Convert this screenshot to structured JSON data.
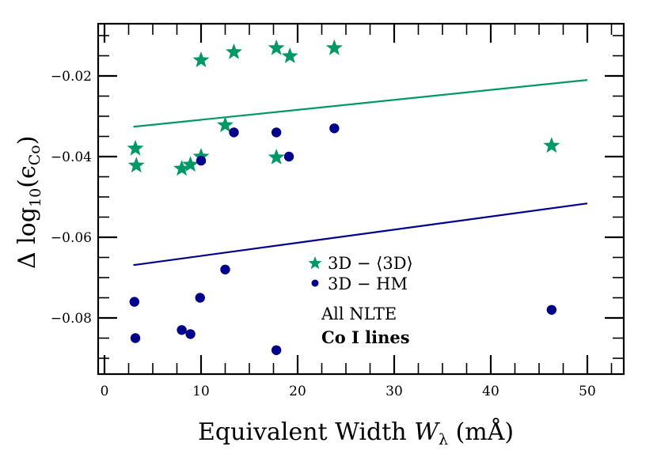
{
  "chart_data": {
    "type": "scatter",
    "title": "",
    "xlabel": "Equivalent Width W_λ (mÅ)",
    "ylabel": "Δ log10(ε_Co)",
    "xlim": [
      -0.6,
      53.8
    ],
    "ylim": [
      -0.0936,
      -0.0068
    ],
    "xticks": [
      0,
      10,
      20,
      30,
      40,
      50
    ],
    "yticks": [
      -0.02,
      -0.04,
      -0.06,
      -0.08
    ],
    "xtick_labels": [
      "0",
      "10",
      "20",
      "30",
      "40",
      "50"
    ],
    "ytick_labels": [
      "−0.02",
      "−0.04",
      "−0.06",
      "−0.08"
    ],
    "x_minor_step": 2.5,
    "y_minor_step": 0.005,
    "grid": false,
    "legend_position": "center-lower",
    "series": [
      {
        "name": "3D − ⟨3D⟩",
        "marker": "star",
        "color": "#009966",
        "points": [
          [
            3.2,
            -0.038
          ],
          [
            3.3,
            -0.0422
          ],
          [
            8.0,
            -0.043
          ],
          [
            8.9,
            -0.042
          ],
          [
            10.0,
            -0.04
          ],
          [
            10.0,
            -0.0161
          ],
          [
            12.5,
            -0.0322
          ],
          [
            13.4,
            -0.0141
          ],
          [
            17.8,
            -0.0131
          ],
          [
            17.8,
            -0.0402
          ],
          [
            19.2,
            -0.0151
          ],
          [
            23.8,
            -0.0131
          ],
          [
            46.3,
            -0.0373
          ]
        ],
        "fit_line": {
          "x": [
            3.0,
            50.0
          ],
          "y": [
            -0.0326,
            -0.021
          ]
        }
      },
      {
        "name": "3D − HM",
        "marker": "circle",
        "color": "#00008B",
        "points": [
          [
            3.1,
            -0.076
          ],
          [
            3.2,
            -0.085
          ],
          [
            8.0,
            -0.083
          ],
          [
            8.9,
            -0.084
          ],
          [
            9.9,
            -0.075
          ],
          [
            10.0,
            -0.041
          ],
          [
            12.5,
            -0.068
          ],
          [
            13.4,
            -0.034
          ],
          [
            17.8,
            -0.034
          ],
          [
            17.8,
            -0.088
          ],
          [
            19.1,
            -0.04
          ],
          [
            23.8,
            -0.033
          ],
          [
            46.3,
            -0.078
          ]
        ],
        "fit_line": {
          "x": [
            3.0,
            50.0
          ],
          "y": [
            -0.0669,
            -0.0516
          ]
        }
      }
    ],
    "annotations": [
      "All NLTE",
      "Co I lines"
    ]
  },
  "labels": {
    "xlabel_text": "Equivalent Width ",
    "xlabel_var": "W",
    "xlabel_sub": "λ",
    "xlabel_unit": " (mÅ)",
    "ylabel_delta": "Δ log",
    "ylabel_sub": "10",
    "ylabel_arg": "(ϵ",
    "ylabel_argsub": "Co",
    "ylabel_close": ")",
    "legend_star": "3D − ⟨3D⟩",
    "legend_circle": "3D − HM",
    "note1": "All NLTE",
    "note2": "Co I lines"
  },
  "colors": {
    "star": "#009966",
    "circle": "#00008B",
    "axis": "#000000"
  }
}
